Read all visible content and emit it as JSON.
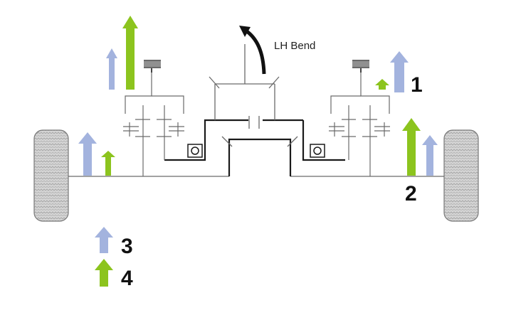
{
  "diagram": {
    "bend_label": "LH Bend",
    "callouts": {
      "one": "1",
      "two": "2",
      "three": "3",
      "four": "4"
    },
    "colors": {
      "blue_arrow": "#a3b3de",
      "green_arrow": "#8cc41e",
      "line": "#1a1a1a",
      "thin_line": "#6a6a6a",
      "tyre": "#c8c8c8"
    },
    "icons": {
      "wheel": "tyre-tread-icon",
      "bend_arrow": "curved-arrow-icon",
      "bearing": "bearing-icon",
      "brake": "brake-actuator-icon"
    },
    "legend": [
      {
        "number": "3",
        "color": "blue"
      },
      {
        "number": "4",
        "color": "green"
      }
    ]
  }
}
